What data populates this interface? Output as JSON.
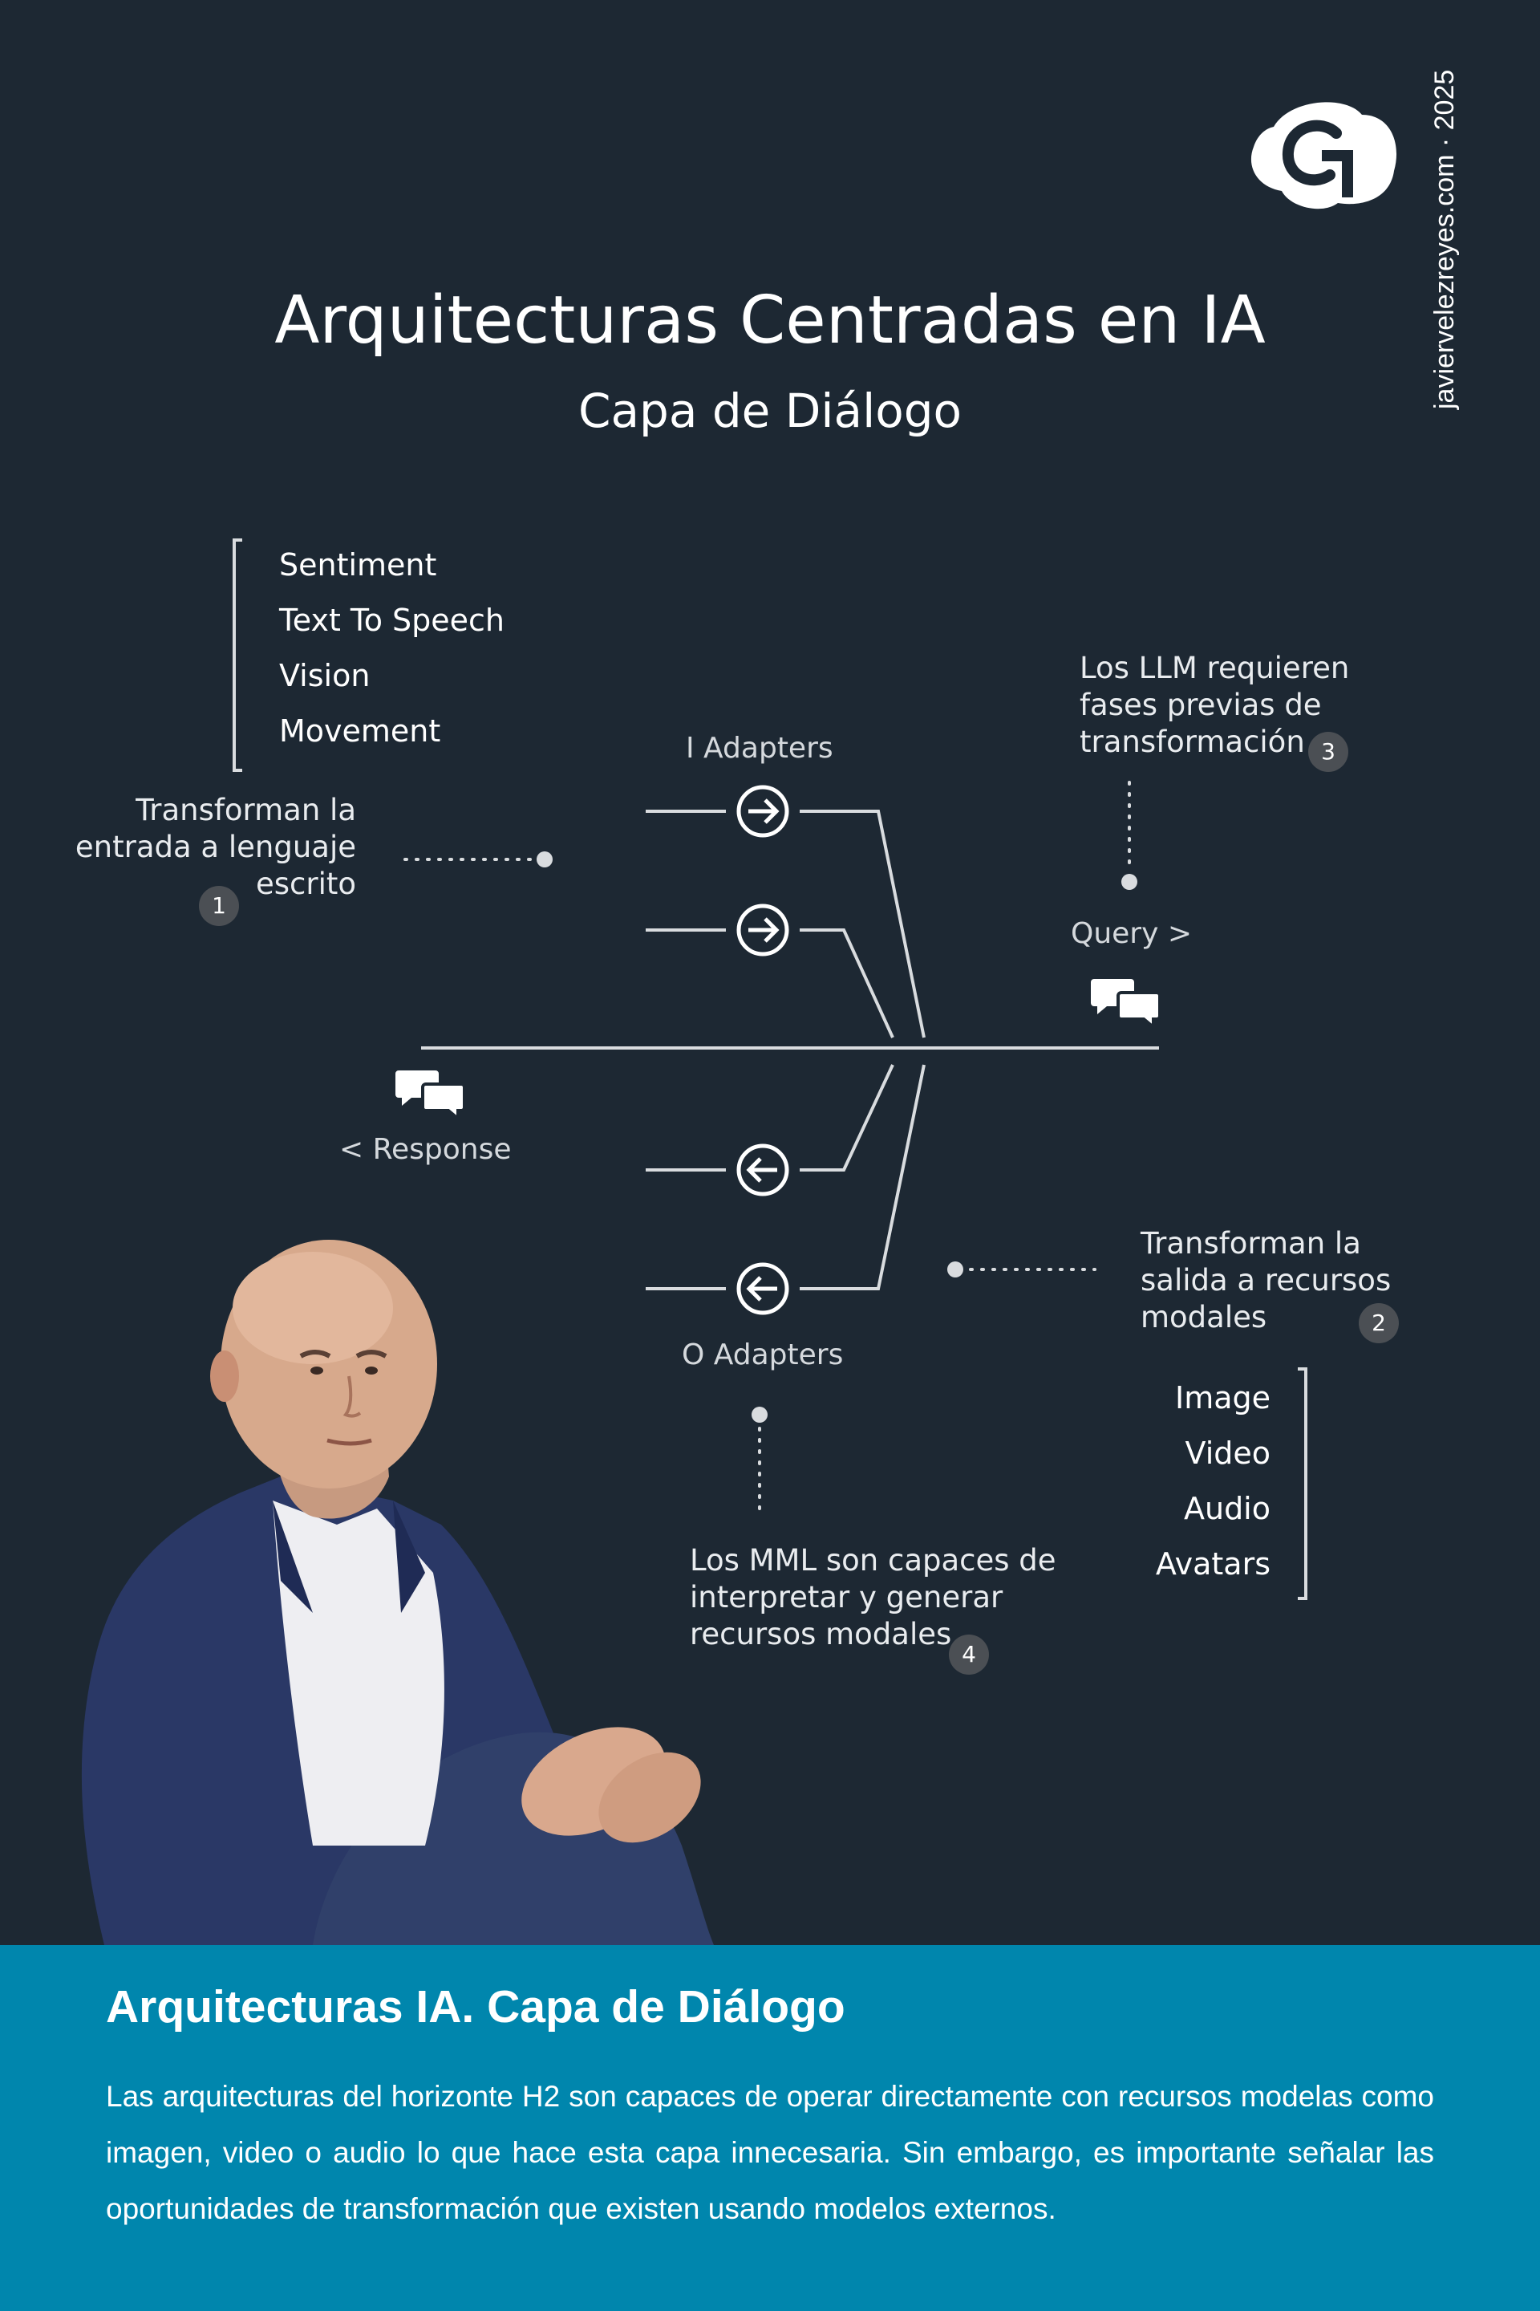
{
  "header": {
    "title": "Arquitecturas Centradas en IA",
    "subtitle": "Capa de Diálogo",
    "side_text": "javiervelezreyes.com · 2025"
  },
  "colors": {
    "background": "#1d2833",
    "bottom_panel": "#0086ad",
    "badge": "#4b4f54",
    "line": "#d9dcdf"
  },
  "diagram": {
    "input_capabilities": [
      "Sentiment",
      "Text To Speech",
      "Vision",
      "Movement"
    ],
    "output_resources": [
      "Image",
      "Video",
      "Audio",
      "Avatars"
    ],
    "i_adapters_label": "I Adapters",
    "o_adapters_label": "O Adapters",
    "query_label": "Query >",
    "response_label": "< Response",
    "notes": {
      "n1": {
        "lines": [
          "Transforman la",
          "entrada a lenguaje",
          "escrito"
        ],
        "badge": "1"
      },
      "n2": {
        "lines": [
          "Transforman la",
          "salida a recursos",
          "modales"
        ],
        "badge": "2"
      },
      "n3": {
        "lines": [
          "Los LLM requieren",
          "fases previas de",
          "transformación"
        ],
        "badge": "3"
      },
      "n4": {
        "lines": [
          "Los MML son capaces de",
          "interpretar y generar",
          "recursos modales"
        ],
        "badge": "4"
      }
    },
    "icons": {
      "adapter_in": "arrow-right-circle-icon",
      "adapter_out": "arrow-left-circle-icon",
      "chat": "chat-bubbles-icon",
      "logo": "brand-logo-icon",
      "photo": "person-photo"
    }
  },
  "bottom": {
    "title": "Arquitecturas IA. Capa de Diálogo",
    "body": "Las arquitecturas del horizonte H2 son capaces de operar directamente con recursos modelas como imagen, video o audio lo que hace esta capa innecesaria. Sin embargo, es importante señalar las oportunidades de transformación que existen usando modelos externos."
  }
}
